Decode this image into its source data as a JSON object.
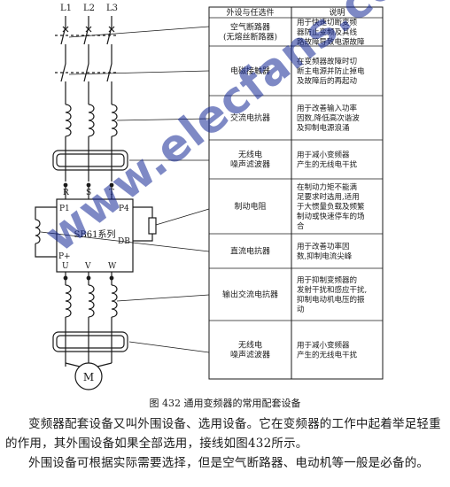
{
  "phases": {
    "l1": "L1",
    "l2": "L2",
    "l3": "L3"
  },
  "table": {
    "header": {
      "device": "外设与任选件",
      "desc": "说明"
    },
    "rows": [
      {
        "device": [
          "空气断路器",
          "(无熔丝断路器)"
        ],
        "desc": [
          "用于快速切断变频",
          "器防止变频及其线",
          "路故障导致电源故障"
        ]
      },
      {
        "device": [
          "电磁接触器"
        ],
        "desc": [
          "在变频器故障时切",
          "断主电源并防止掉电",
          "及故障后的再起动"
        ]
      },
      {
        "device": [
          "交流电抗器"
        ],
        "desc": [
          "用于改善输入功率",
          "因数,降低高次谐波",
          "及抑制电源浪涌"
        ]
      },
      {
        "device": [
          "无线电",
          "噪声滤波器"
        ],
        "desc": [
          "用于减小变频器",
          "产生的无线电干扰"
        ]
      },
      {
        "device": [
          "制动电阻"
        ],
        "desc": [
          "在制动力矩不能满",
          "足要求时选用,适用",
          "于大惯量负载及频繁",
          "制动或快速停车的场",
          "合"
        ]
      },
      {
        "device": [
          "直流电抗器"
        ],
        "desc": [
          "用于改善功率因",
          "数,抑制电流尖峰"
        ]
      },
      {
        "device": [
          "输出交流电抗器"
        ],
        "desc": [
          "用于抑制变频器的",
          "发射干扰和感应干扰,",
          "抑制电动机电压的振",
          "动"
        ]
      },
      {
        "device": [
          "无线电",
          "噪声滤波器"
        ],
        "desc": [
          "用于减小变频器",
          "产生的无线电干扰"
        ]
      }
    ]
  },
  "inverter": {
    "model": "SB61系列",
    "terminals": {
      "r": "R",
      "s": "S",
      "t": "T",
      "p1": "P1",
      "p4": "P4",
      "db": "DB",
      "pplus": "P+",
      "u": "U",
      "v": "V",
      "w": "W"
    }
  },
  "motor_label": "M",
  "caption": "图 432   通用变频器的常用配套设备",
  "paragraphs": [
    "变频器配套设备又叫外围设备、选用设备。它在变频器的工作中起着举足轻重的作用，其外围设备如果全部选用，接线如图432所示。",
    "外围设备可根据实际需要选择，但是空气断路器、电动机等一般是必备的。"
  ],
  "watermark": "www.elecfans.com"
}
